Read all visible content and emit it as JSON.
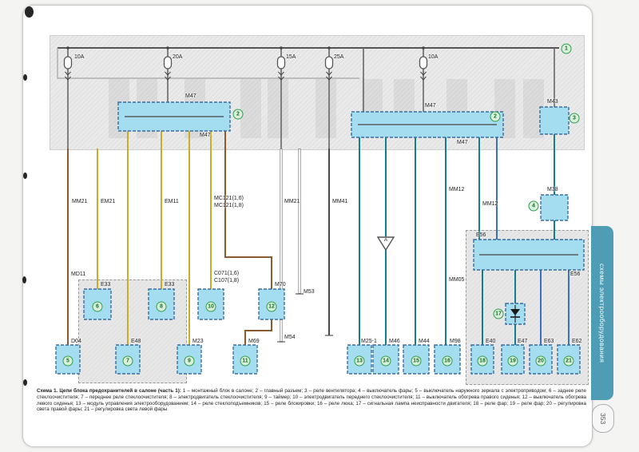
{
  "page": {
    "number": "353",
    "side_tab": "схемы электрооборудования"
  },
  "colors": {
    "tab_teal": "#4f9cb5",
    "connector_cyan": "#a5ddf0",
    "callout_green": "#2e9e4f",
    "wire_yellow": "#c9ad2a",
    "wire_brown": "#8a5a33",
    "wire_teal": "#177d8e",
    "wire_blue": "#3a6fc4"
  },
  "caption": {
    "title": "Схема 1. Цепи блока предохранителей в салоне (часть 1):",
    "body": "1 – монтажный блок в салоне; 2 – главный разъем; 3 – реле вентилятора; 4 – выключатель фары; 5 – выключатель наружного зеркала с электроприводом; 6 – заднее реле стеклоочистителя; 7 – переднее реле стеклоочистителя; 8 – электродвигатель стеклоочистителя; 9 – таймер; 10 – электродвигатель переднего стеклоочистителя; 11 – выключатель обогрева правого сиденья; 12 – выключатель обогрева левого сиденья; 13 – модуль управления электрооборудованием; 14 – реле стеклоподъемников; 15 – реле блокировки; 16 – реле люка; 17 – сигнальная лампа неисправности двигателя; 18 – реле фар; 19 – реле фар; 20 – регулировка света правой фары; 21 – регулировка света левой фары"
  },
  "diagram": {
    "fuses": {
      "f1": "10A",
      "f2": "20A",
      "f3": "15A",
      "f4": "25A",
      "f5": "10A"
    },
    "labels": {
      "m47_a": "M47",
      "m47_b": "M47",
      "m47_c": "M47",
      "m47_d": "M47",
      "m43": "M43",
      "m38": "M38",
      "e56_a": "E56",
      "e56_b": "E56",
      "mm21_a": "MM21",
      "em21": "EM21",
      "em11": "EM11",
      "mc121_16": "MC121(1,6)",
      "mc121_18": "MC121(1,8)",
      "mm21_b": "MM21",
      "mm41": "MM41",
      "mm12_a": "MM12",
      "mm12_b": "MM12",
      "mm05": "MM05",
      "md11": "MD11",
      "m53": "M53",
      "m54": "M54",
      "m70": "M70",
      "e33_a": "E33",
      "e33_b": "E33",
      "c071": "C071(1,6)",
      "c107": "C107(1,8)",
      "e48": "E48",
      "m23": "M23",
      "m69": "M69",
      "d04": "D04",
      "m25_1": "M25-1",
      "m46": "M46",
      "m44": "M44",
      "m98": "M98",
      "e40": "E40",
      "e47": "E47",
      "e63": "E63",
      "e62": "E62",
      "conn_a": "A"
    },
    "callouts": {
      "c1": "1",
      "c2a": "2",
      "c2b": "2",
      "c3": "3",
      "c4": "4",
      "c5": "5",
      "c6": "6",
      "c7": "7",
      "c8": "8",
      "c9": "9",
      "c10": "10",
      "c11": "11",
      "c12": "12",
      "c13": "13",
      "c14": "14",
      "c15": "15",
      "c16": "16",
      "c17": "17",
      "c18": "18",
      "c19": "19",
      "c20": "20",
      "c21": "21"
    }
  }
}
